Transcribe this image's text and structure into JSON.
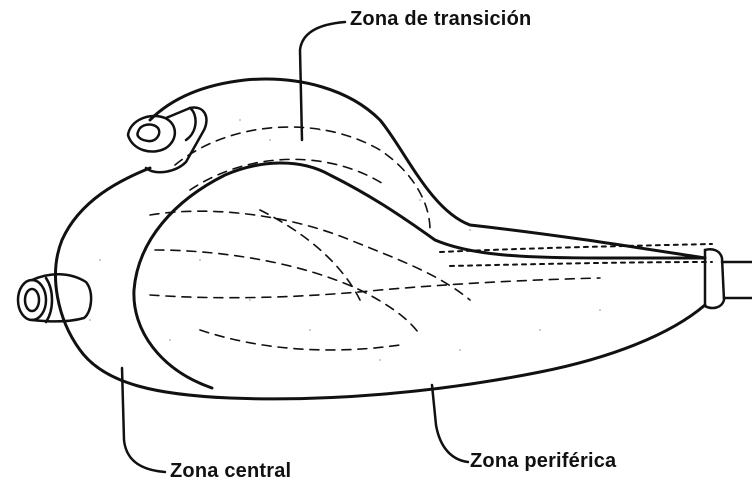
{
  "labels": {
    "transicion": "Zona de transición",
    "central": "Zona central",
    "periferica": "Zona periférica"
  },
  "colors": {
    "ink": "#111111",
    "background": "#ffffff"
  }
}
